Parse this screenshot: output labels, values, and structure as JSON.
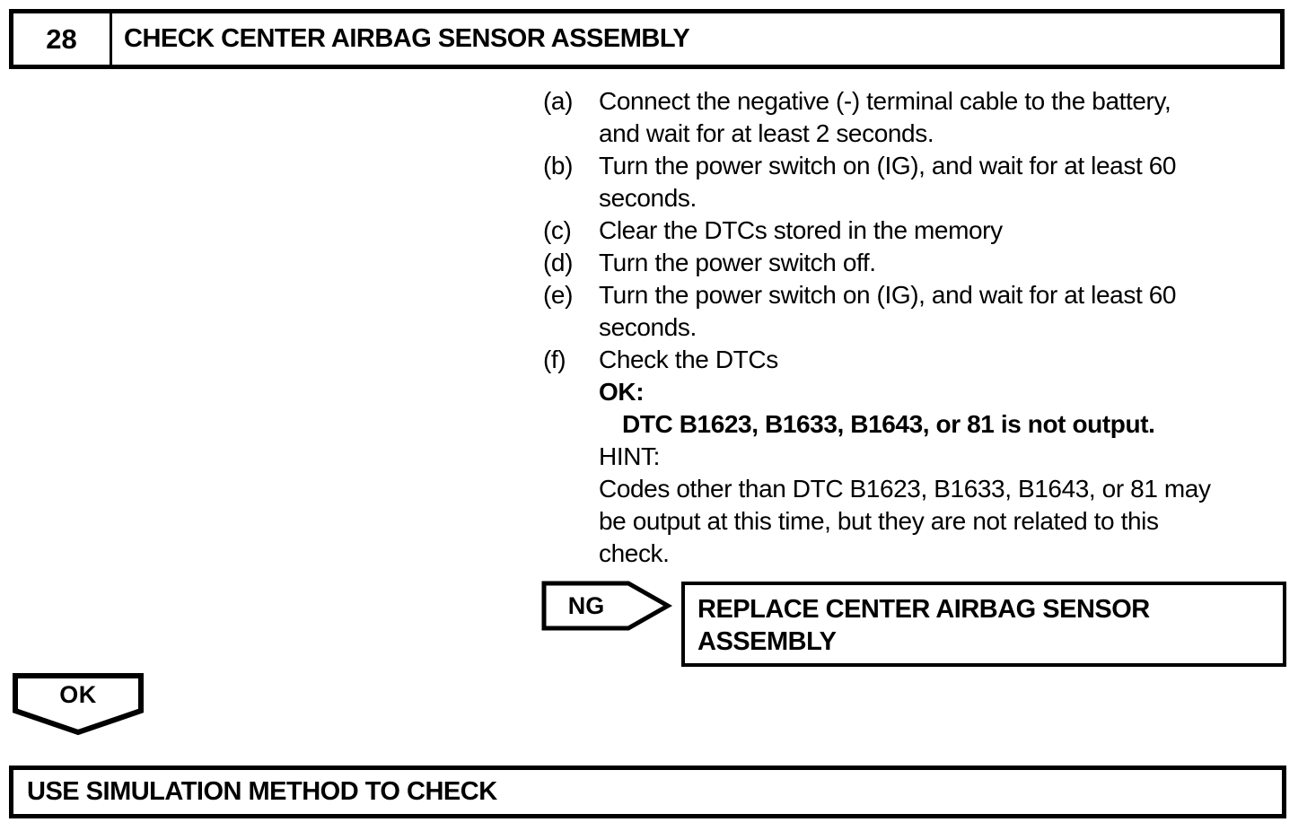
{
  "colors": {
    "ink": "#000000",
    "paper": "#ffffff"
  },
  "step_header": {
    "number": "28",
    "title": "CHECK CENTER AIRBAG SENSOR ASSEMBLY"
  },
  "procedure": {
    "steps": [
      {
        "marker": "(a)",
        "lines": [
          "Connect the negative (-) terminal cable to the battery,",
          "and wait for at least 2 seconds."
        ]
      },
      {
        "marker": "(b)",
        "lines": [
          "Turn the power switch on (IG), and wait for at least 60",
          "seconds."
        ]
      },
      {
        "marker": "(c)",
        "lines": [
          "Clear the DTCs stored in the memory"
        ]
      },
      {
        "marker": "(d)",
        "lines": [
          "Turn the power switch off."
        ]
      },
      {
        "marker": "(e)",
        "lines": [
          "Turn the power switch on (IG), and wait for at least 60",
          "seconds."
        ]
      },
      {
        "marker": "(f)",
        "lines": [
          "Check the DTCs"
        ]
      }
    ],
    "ok_label": "OK:",
    "ok_condition": "DTC B1623, B1633, B1643, or 81 is not output.",
    "hint_label": "HINT:",
    "hint_lines": [
      "Codes other than DTC B1623, B1633, B1643, or 81 may",
      "be output at this time, but they are not related to this",
      "check."
    ]
  },
  "ng_branch": {
    "label": "NG",
    "action": "REPLACE CENTER AIRBAG SENSOR ASSEMBLY"
  },
  "ok_branch": {
    "label": "OK"
  },
  "next_step": {
    "title": "USE SIMULATION METHOD TO CHECK"
  }
}
